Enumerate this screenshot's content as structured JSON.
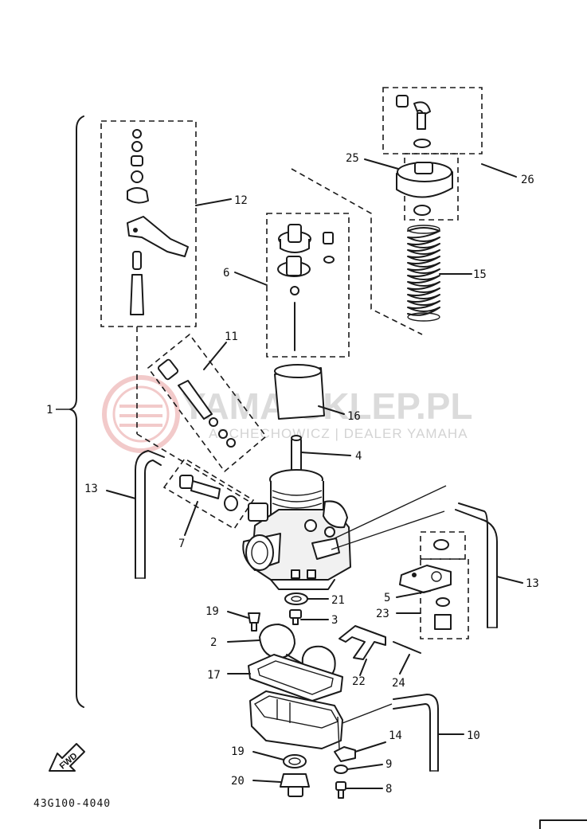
{
  "diagram": {
    "part_code": "43G100-4040",
    "fwd_label": "FWD",
    "watermark": {
      "title": "YAMA-SKLEP.PL",
      "subtitle": "ARCHECHOWICZ | DEALER YAMAHA"
    },
    "callouts": {
      "c1": "1",
      "c2": "2",
      "c3": "3",
      "c4": "4",
      "c5": "5",
      "c6": "6",
      "c7": "7",
      "c8": "8",
      "c9": "9",
      "c10": "10",
      "c11": "11",
      "c12": "12",
      "c13a": "13",
      "c13b": "13",
      "c14": "14",
      "c15": "15",
      "c16": "16",
      "c17": "17",
      "c19a": "19",
      "c19b": "19",
      "c20": "20",
      "c21": "21",
      "c22": "22",
      "c23": "23",
      "c24": "24",
      "c25": "25",
      "c26": "26"
    }
  },
  "colors": {
    "ink": "#1a1a1a",
    "watermark": "#cfcfcf",
    "logo": "#e8a0a0"
  }
}
